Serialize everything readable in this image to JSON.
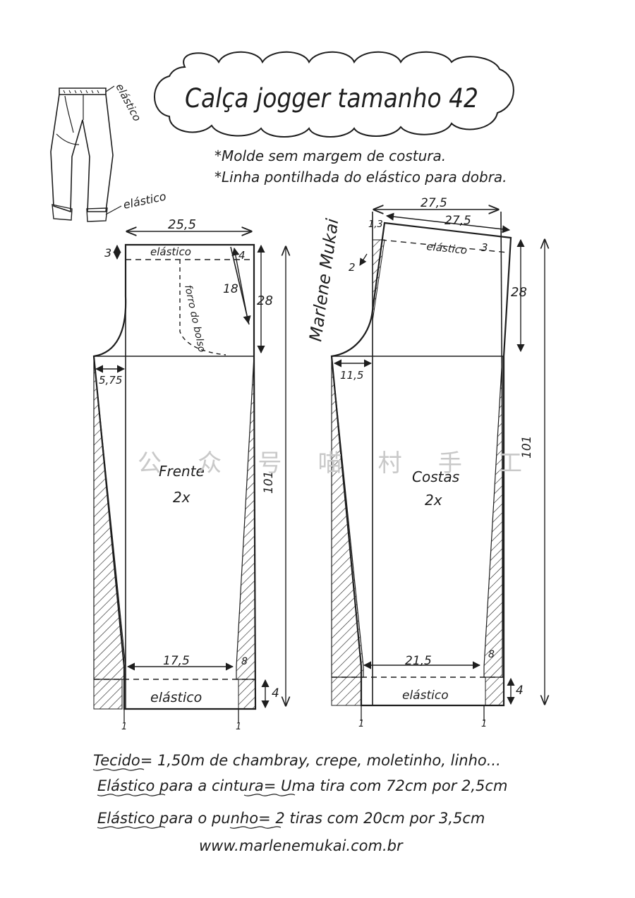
{
  "title": "Calça jogger tamanho 42",
  "notes": [
    "*Molde sem margem de costura.",
    "*Linha pontilhada do elástico para dobra."
  ],
  "sketch_labels": {
    "top": "elástico",
    "bottom": "elástico"
  },
  "signature": "Marlene Mukai",
  "watermark": "公 众 号 喵 村 手 工",
  "front": {
    "name": "Frente",
    "count": "2x",
    "waist_width": "25,5",
    "waist_band": "3",
    "waist_elastic": "elástico",
    "waist_dart": "4",
    "pocket_diag": "18",
    "pocket_label": "forro do bolso",
    "rise": "28",
    "crotch_ext": "5,75",
    "length": "101",
    "hem_width": "17,5",
    "hem_side": "8",
    "hem_band": "4",
    "hem_elastic": "elástico",
    "hem_mark_left": "1",
    "hem_mark_right": "1"
  },
  "back": {
    "name": "Costas",
    "count": "2x",
    "top_width_outer": "27,5",
    "top_width_inner": "27,5",
    "top_rise_left": "1,3",
    "crotch_rise": "2",
    "waist_band": "3",
    "waist_elastic": "elástico",
    "rise": "28",
    "crotch_ext": "11,5",
    "length": "101",
    "hem_width": "21,5",
    "hem_side": "8",
    "hem_band": "4",
    "hem_elastic": "elástico",
    "hem_mark_left": "1",
    "hem_mark_right": "1"
  },
  "materials": [
    {
      "label": "Tecido",
      "value": "= 1,50m de chambray, crepe, moletinho, linho..."
    },
    {
      "label": "Elástico para a cintura",
      "value": "= Uma tira com 72cm por 2,5cm"
    },
    {
      "label": "Elástico para o punho",
      "value": "= 2 tiras com 20cm por 3,5cm"
    }
  ],
  "website": "www.marlenemukai.com.br"
}
